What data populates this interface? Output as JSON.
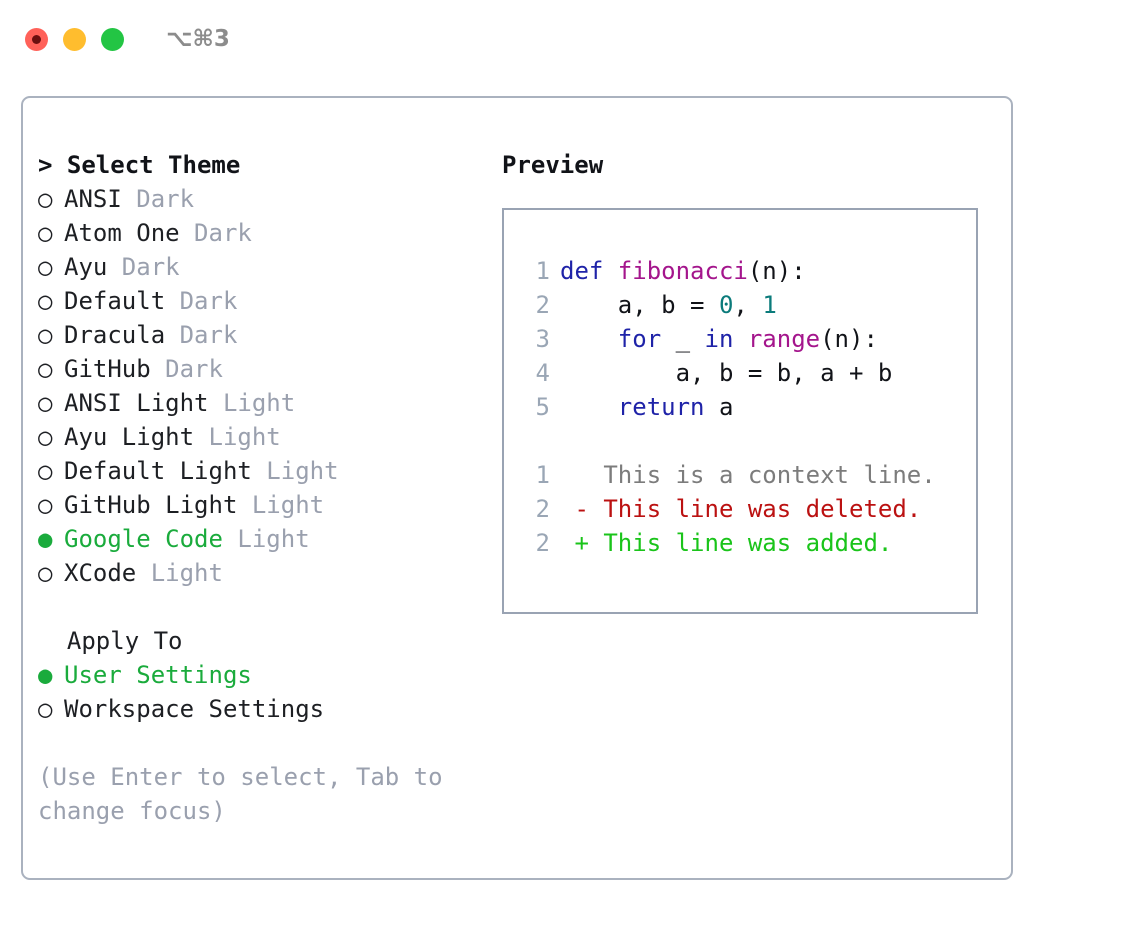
{
  "titlebar": {
    "shortcut": "⌥⌘3",
    "lights": [
      {
        "name": "close",
        "color": "#ff6159"
      },
      {
        "name": "minimize",
        "color": "#ffbd2e"
      },
      {
        "name": "maximize",
        "color": "#23c544"
      }
    ]
  },
  "theme_picker": {
    "prompt_marker": ">",
    "heading": "Select Theme",
    "unselected_marker": "○",
    "selected_marker": "●",
    "items": [
      {
        "name": "ANSI",
        "category": "Dark",
        "selected": false
      },
      {
        "name": "Atom One",
        "category": "Dark",
        "selected": false
      },
      {
        "name": "Ayu",
        "category": "Dark",
        "selected": false
      },
      {
        "name": "Default",
        "category": "Dark",
        "selected": false
      },
      {
        "name": "Dracula",
        "category": "Dark",
        "selected": false
      },
      {
        "name": "GitHub",
        "category": "Dark",
        "selected": false
      },
      {
        "name": "ANSI Light",
        "category": "Light",
        "selected": false
      },
      {
        "name": "Ayu Light",
        "category": "Light",
        "selected": false
      },
      {
        "name": "Default Light",
        "category": "Light",
        "selected": false
      },
      {
        "name": "GitHub Light",
        "category": "Light",
        "selected": false
      },
      {
        "name": "Google Code",
        "category": "Light",
        "selected": true
      },
      {
        "name": "XCode",
        "category": "Light",
        "selected": false
      }
    ]
  },
  "apply_to": {
    "label": "Apply To",
    "options": [
      {
        "name": "User Settings",
        "selected": true
      },
      {
        "name": "Workspace Settings",
        "selected": false
      }
    ]
  },
  "hint": "(Use Enter to select, Tab to change focus)",
  "preview": {
    "title": "Preview",
    "code_lines": [
      {
        "number": "1",
        "tokens": [
          {
            "text": "def ",
            "type": "kw"
          },
          {
            "text": "fibonacci",
            "type": "fn"
          },
          {
            "text": "(n):",
            "type": "plain"
          }
        ]
      },
      {
        "number": "2",
        "tokens": [
          {
            "text": "    a, b = ",
            "type": "plain"
          },
          {
            "text": "0",
            "type": "num"
          },
          {
            "text": ", ",
            "type": "plain"
          },
          {
            "text": "1",
            "type": "num"
          }
        ]
      },
      {
        "number": "3",
        "tokens": [
          {
            "text": "    for ",
            "type": "kw"
          },
          {
            "text": "_ ",
            "type": "plain"
          },
          {
            "text": "in ",
            "type": "kw"
          },
          {
            "text": "range",
            "type": "fn"
          },
          {
            "text": "(n):",
            "type": "plain"
          }
        ]
      },
      {
        "number": "4",
        "tokens": [
          {
            "text": "        a, b = b, a + b",
            "type": "plain"
          }
        ]
      },
      {
        "number": "5",
        "tokens": [
          {
            "text": "    return ",
            "type": "kw"
          },
          {
            "text": "a",
            "type": "plain"
          }
        ]
      }
    ],
    "diff_lines": [
      {
        "number": "1",
        "sign": " ",
        "text": "This is a context line.",
        "type": "ctx"
      },
      {
        "number": "2",
        "sign": "-",
        "text": "This line was deleted.",
        "type": "del"
      },
      {
        "number": "2",
        "sign": "+",
        "text": "This line was added.",
        "type": "add"
      }
    ]
  },
  "colors": {
    "accent_green": "#1aab3c",
    "muted": "#9aa0ae",
    "keyword": "#1f23a8",
    "function": "#a4158c",
    "number": "#0b7b7b",
    "diff_deleted": "#bb1111",
    "diff_added": "#1ac41a",
    "panel_border": "#aab2bf"
  }
}
